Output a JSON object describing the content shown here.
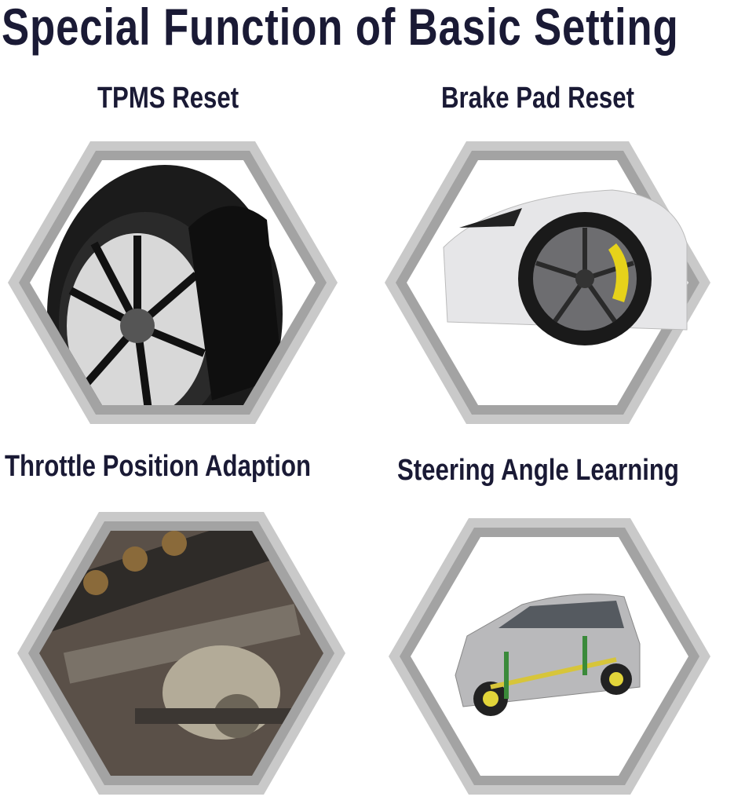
{
  "title": "Special Function of Basic Setting",
  "features": [
    {
      "label": "TPMS Reset",
      "image": "tire-with-sensor"
    },
    {
      "label": "Brake Pad Reset",
      "image": "car-wheel-brake-caliper"
    },
    {
      "label": "Throttle Position Adaption",
      "image": "engine-carburetor"
    },
    {
      "label": "Steering Angle Learning",
      "image": "car-steering-suspension"
    }
  ],
  "colors": {
    "text": "#1a1a35",
    "hex_outer": "#c9c9c9",
    "hex_inner": "#a3a3a3"
  }
}
